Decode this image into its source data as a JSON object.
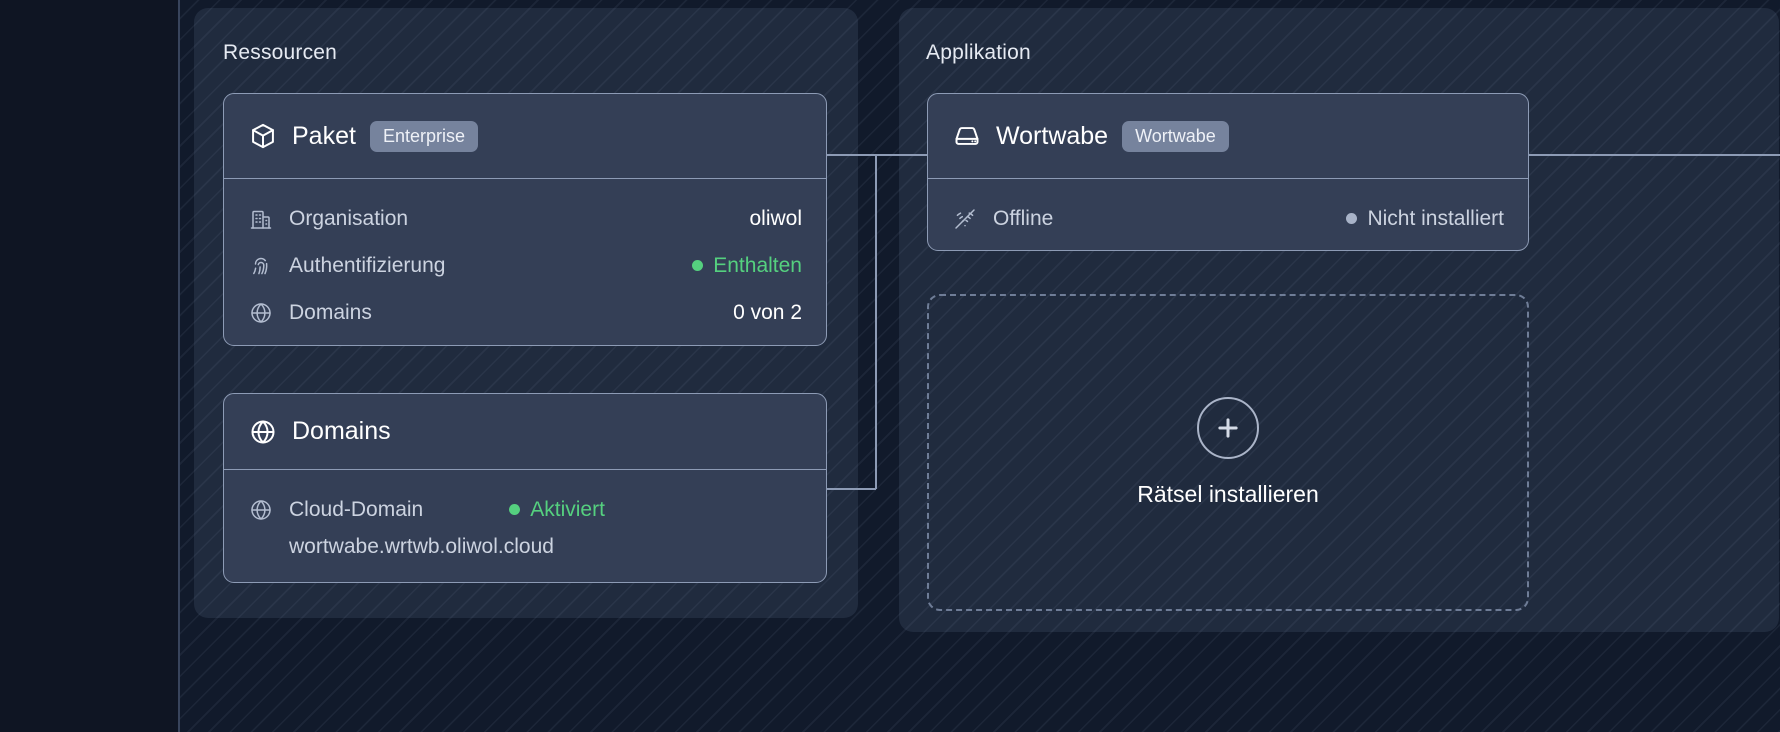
{
  "background": {
    "page_color": "#0f1523",
    "hatch_color": "#111a2b",
    "panel_color": "rgba(118,138,175,0.15)"
  },
  "accents": {
    "green": "#55d07f",
    "grey_dot": "#a8b3c8",
    "card_bg": "#343f56",
    "card_border": "#8d9bb5",
    "badge_bg": "#76839d"
  },
  "panels": [
    {
      "id": "resources",
      "title": "Ressourcen"
    },
    {
      "id": "application",
      "title": "Applikation"
    }
  ],
  "cards": {
    "paket": {
      "icon": "package-icon",
      "title": "Paket",
      "badge": "Enterprise",
      "rows": [
        {
          "icon": "building-icon",
          "label": "Organisation",
          "value": "oliwol",
          "status": "none"
        },
        {
          "icon": "fingerprint-icon",
          "label": "Authentifizierung",
          "value": "Enthalten",
          "status": "green"
        },
        {
          "icon": "globe-icon",
          "label": "Domains",
          "value": "0 von 2",
          "status": "none"
        }
      ]
    },
    "domains": {
      "icon": "globe-icon",
      "title": "Domains",
      "rows": [
        {
          "icon": "globe-icon",
          "label": "Cloud-Domain",
          "value": "Aktiviert",
          "status": "green",
          "subline": "wortwabe.wrtwb.oliwol.cloud"
        }
      ]
    },
    "wortwabe": {
      "icon": "hard-drive-icon",
      "title": "Wortwabe",
      "badge": "Wortwabe",
      "rows": [
        {
          "icon": "wifi-off-icon",
          "label": "Offline",
          "value": "Nicht installiert",
          "status": "grey"
        }
      ]
    }
  },
  "install_slot": {
    "icon": "plus-circle-icon",
    "label": "Rätsel installieren"
  }
}
